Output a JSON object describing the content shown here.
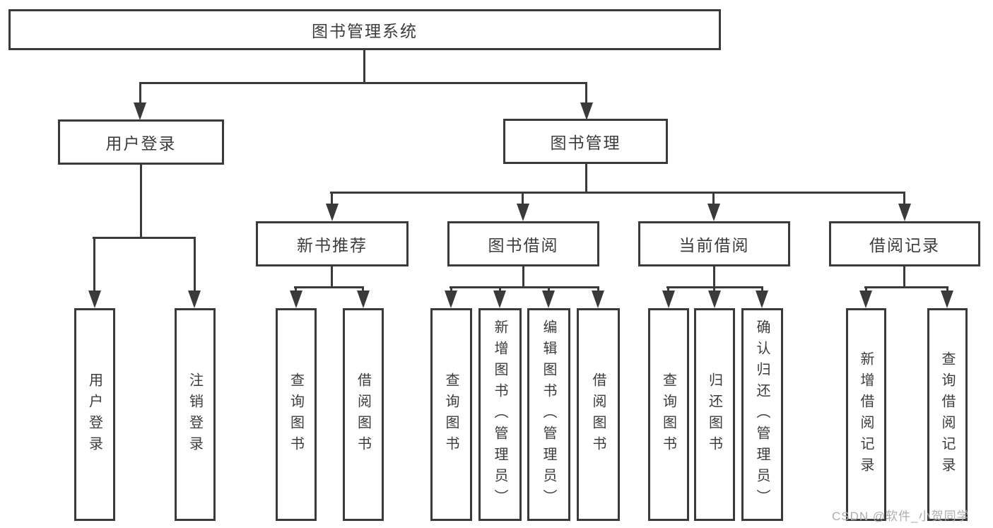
{
  "colors": {
    "line": "#3a3a3a",
    "text": "#3c3c3c",
    "watermark": "#adadad",
    "background": "#ffffff"
  },
  "watermark": "CSDN @软件_小贺同学",
  "tree": {
    "label": "图书管理系统",
    "children": [
      {
        "label": "用户登录",
        "children": [
          {
            "label": "用户登录"
          },
          {
            "label": "注销登录"
          }
        ]
      },
      {
        "label": "图书管理",
        "children": [
          {
            "label": "新书推荐",
            "children": [
              {
                "label": "查询图书"
              },
              {
                "label": "借阅图书"
              }
            ]
          },
          {
            "label": "图书借阅",
            "children": [
              {
                "label": "查询图书"
              },
              {
                "label": "新增图书（管理员）"
              },
              {
                "label": "编辑图书（管理员）"
              },
              {
                "label": "借阅图书"
              }
            ]
          },
          {
            "label": "当前借阅",
            "children": [
              {
                "label": "查询图书"
              },
              {
                "label": "归还图书"
              },
              {
                "label": "确认归还（管理员）"
              }
            ]
          },
          {
            "label": "借阅记录",
            "children": [
              {
                "label": "新增借阅记录"
              },
              {
                "label": "查询借阅记录"
              }
            ]
          }
        ]
      }
    ]
  }
}
